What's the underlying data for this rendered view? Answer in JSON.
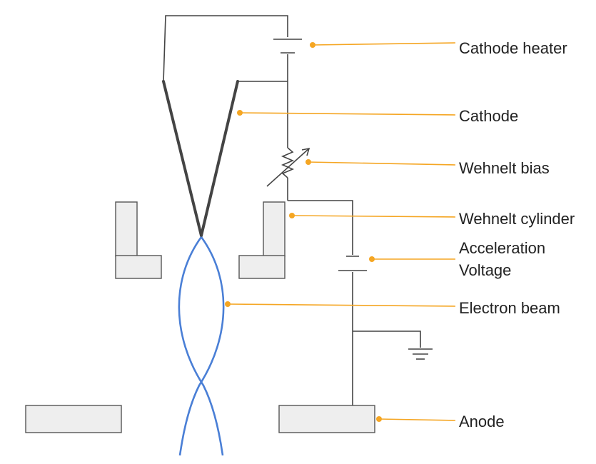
{
  "colors": {
    "leader": "#f5a623",
    "beam": "#4a7fd6"
  },
  "labels": {
    "cathode_heater": "Cathode heater",
    "cathode": "Cathode",
    "wehnelt_bias": "Wehnelt bias",
    "wehnelt_cylinder": "Wehnelt cylinder",
    "acceleration_line1": "Acceleration",
    "acceleration_line2": "Voltage",
    "electron_beam": "Electron beam",
    "anode": "Anode"
  }
}
